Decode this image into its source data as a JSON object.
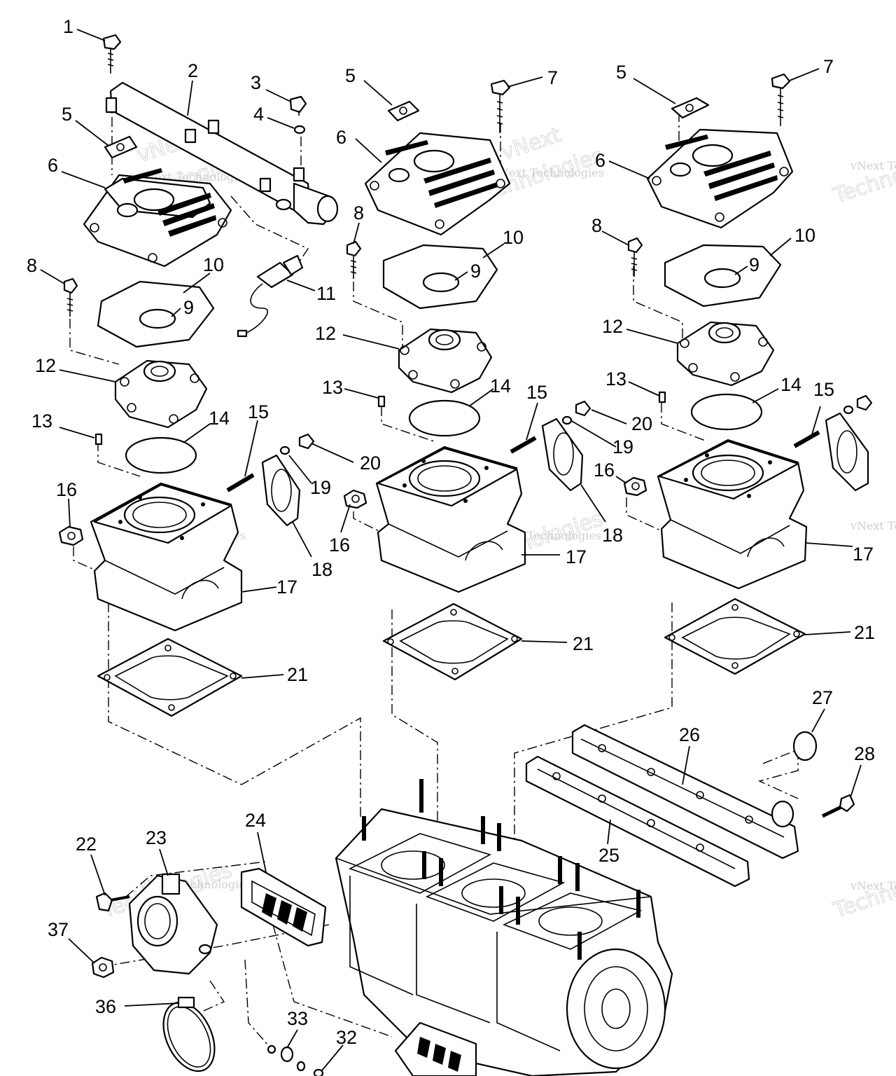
{
  "watermark": {
    "line1": "vNext",
    "line2": "vNext Technologies",
    "line3": "Technologies"
  },
  "callouts": [
    "1",
    "2",
    "3",
    "4",
    "5",
    "6",
    "7",
    "8",
    "9",
    "10",
    "11",
    "12",
    "13",
    "14",
    "15",
    "16",
    "17",
    "18",
    "19",
    "20",
    "21",
    "22",
    "23",
    "24",
    "25",
    "26",
    "27",
    "28",
    "32",
    "33",
    "36",
    "37"
  ]
}
